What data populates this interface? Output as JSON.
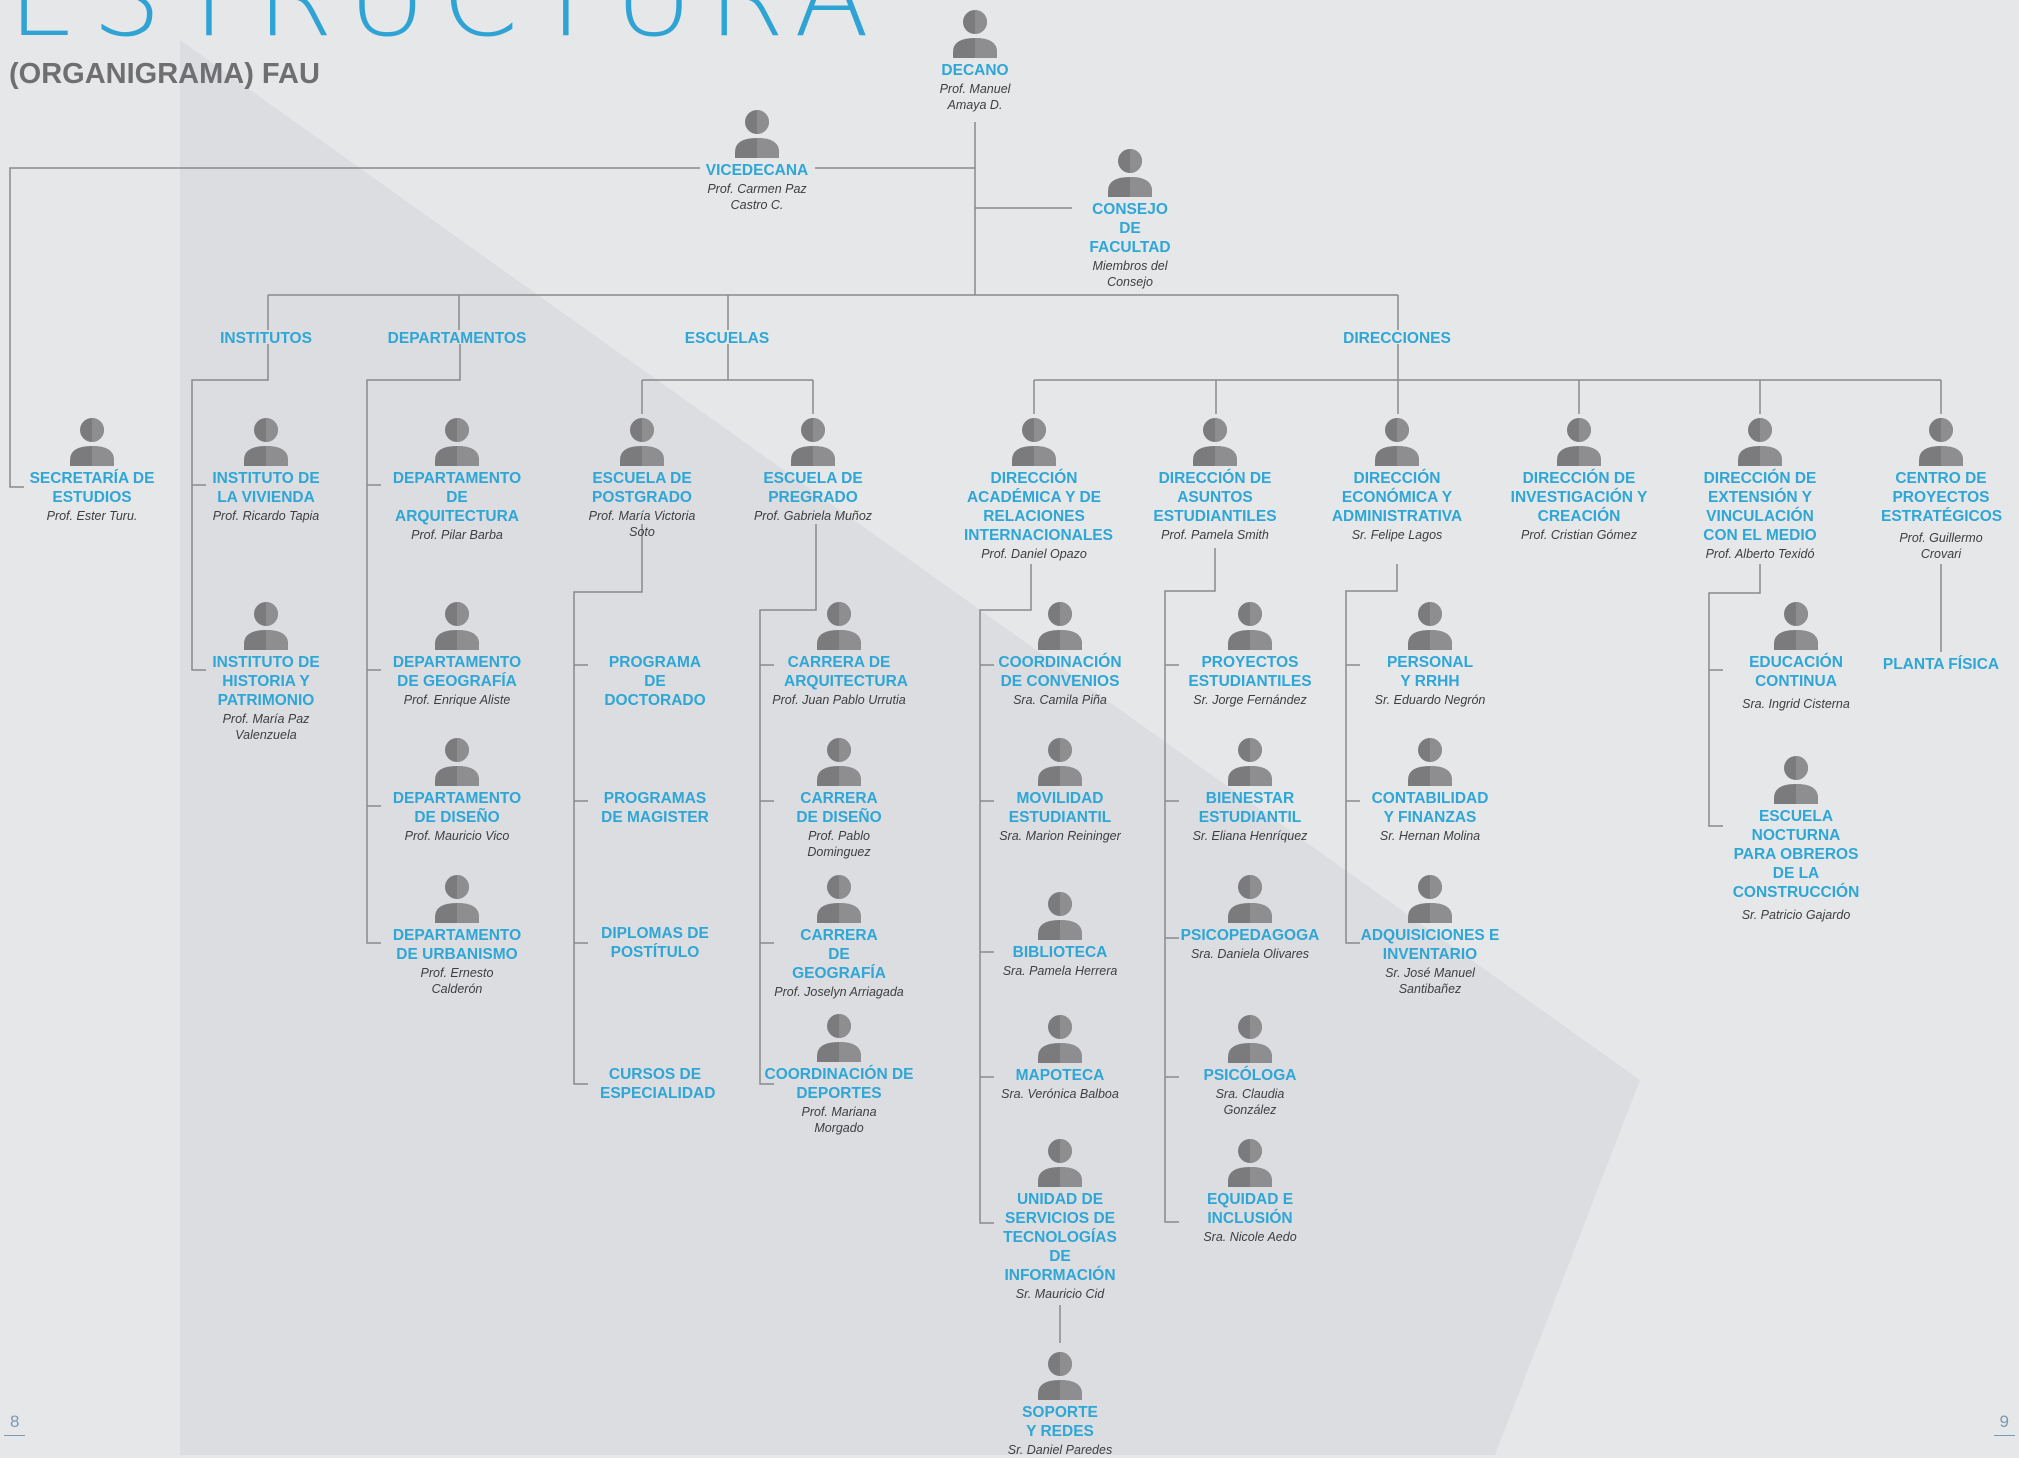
{
  "header": {
    "title": "ESTRUCTURA",
    "subtitle": "(ORGANIGRAMA) FAU"
  },
  "page_numbers": {
    "left": "8",
    "right": "9"
  },
  "groups": {
    "institutos": "INSTITUTOS",
    "departamentos": "DEPARTAMENTOS",
    "escuelas": "ESCUELAS",
    "direcciones": "DIRECCIONES"
  },
  "nodes": {
    "decano": {
      "label": "DECANO",
      "person": "Prof. Manuel Amaya D."
    },
    "vicedecana": {
      "label": "VICEDECANA",
      "person": "Prof. Carmen Paz Castro C."
    },
    "consejo": {
      "label": "CONSEJO DE FACULTAD",
      "person": "Miembros del Consejo"
    },
    "secretaria": {
      "label": "SECRETARÍA DE ESTUDIOS",
      "person": "Prof. Ester Turu."
    },
    "inst_vivienda": {
      "label": "INSTITUTO DE LA VIVIENDA",
      "person": "Prof. Ricardo Tapia"
    },
    "inst_historia": {
      "label": "INSTITUTO DE HISTORIA Y PATRIMONIO",
      "person": "Prof. María Paz Valenzuela"
    },
    "dep_arq": {
      "label": "DEPARTAMENTO DE ARQUITECTURA",
      "person": "Prof. Pilar Barba"
    },
    "dep_geo": {
      "label": "DEPARTAMENTO DE GEOGRAFÍA",
      "person": "Prof. Enrique Aliste"
    },
    "dep_dis": {
      "label": "DEPARTAMENTO DE DISEÑO",
      "person": "Prof. Mauricio Vico"
    },
    "dep_urb": {
      "label": "DEPARTAMENTO DE URBANISMO",
      "person": "Prof. Ernesto Calderón"
    },
    "esc_post": {
      "label": "ESCUELA DE POSTGRADO",
      "person": "Prof. María Victoria Soto"
    },
    "esc_pre": {
      "label": "ESCUELA DE PREGRADO",
      "person": "Prof. Gabriela Muñoz"
    },
    "prog_doc": {
      "label": "PROGRAMA DE DOCTORADO"
    },
    "prog_mag": {
      "label": "PROGRAMAS DE MAGISTER"
    },
    "dipl": {
      "label": "DIPLOMAS DE POSTÍTULO"
    },
    "cursos": {
      "label": "CURSOS DE ESPECIALIDAD"
    },
    "car_arq": {
      "label": "CARRERA DE ARQUITECTURA",
      "person": "Prof. Juan Pablo Urrutia"
    },
    "car_dis": {
      "label": "CARRERA DE DISEÑO",
      "person": "Prof. Pablo Dominguez"
    },
    "car_geo": {
      "label": "CARRERA DE GEOGRAFÍA",
      "person": "Prof. Joselyn Arriagada"
    },
    "coord_dep": {
      "label": "COORDINACIÓN DE DEPORTES",
      "person": "Prof. Mariana Morgado"
    },
    "dir_acad": {
      "label": "DIRECCIÓN ACADÉMICA Y DE RELACIONES INTERNACIONALES",
      "person": "Prof. Daniel Opazo"
    },
    "coord_conv": {
      "label": "COORDINACIÓN DE CONVENIOS",
      "person": "Sra. Camila Piña"
    },
    "movilidad": {
      "label": "MOVILIDAD ESTUDIANTIL",
      "person": "Sra. Marion Reininger"
    },
    "biblioteca": {
      "label": "BIBLIOTECA",
      "person": "Sra. Pamela Herrera"
    },
    "mapoteca": {
      "label": "MAPOTECA",
      "person": "Sra. Verónica Balboa"
    },
    "usti": {
      "label": "UNIDAD DE SERVICIOS DE TECNOLOGÍAS DE INFORMACIÓN",
      "person": "Sr. Mauricio Cid"
    },
    "soporte": {
      "label": "SOPORTE Y REDES",
      "person": "Sr. Daniel Paredes"
    },
    "dir_asuntos": {
      "label": "DIRECCIÓN DE ASUNTOS ESTUDIANTILES",
      "person": "Prof. Pamela Smith"
    },
    "proyectos": {
      "label": "PROYECTOS ESTUDIANTILES",
      "person": "Sr. Jorge Fernández"
    },
    "bienestar": {
      "label": "BIENESTAR ESTUDIANTIL",
      "person": "Sr. Eliana Henríquez"
    },
    "psicoped": {
      "label": "PSICOPEDAGOGA",
      "person": "Sra. Daniela Olivares"
    },
    "psicologa": {
      "label": "PSICÓLOGA",
      "person": "Sra. Claudia González"
    },
    "equidad": {
      "label": "EQUIDAD E INCLUSIÓN",
      "person": "Sra. Nicole Aedo"
    },
    "dir_econ": {
      "label": "DIRECCIÓN ECONÓMICA Y ADMINISTRATIVA",
      "person": "Sr. Felipe Lagos"
    },
    "personal": {
      "label": "PERSONAL Y RRHH",
      "person": "Sr. Eduardo Negrón"
    },
    "contab": {
      "label": "CONTABILIDAD Y FINANZAS",
      "person": "Sr. Hernan Molina"
    },
    "adquis": {
      "label": "ADQUISICIONES E INVENTARIO",
      "person": "Sr. José Manuel Santibañez"
    },
    "dir_inv": {
      "label": "DIRECCIÓN DE INVESTIGACIÓN Y CREACIÓN",
      "person": "Prof. Cristian Gómez"
    },
    "dir_ext": {
      "label": "DIRECCIÓN DE EXTENSIÓN Y VINCULACIÓN CON EL MEDIO",
      "person": "Prof. Alberto Texidó"
    },
    "educ": {
      "label": "EDUCACIÓN CONTINUA",
      "person": "Sra. Ingrid Cisterna"
    },
    "esc_noct": {
      "label": "ESCUELA NOCTURNA PARA OBREROS DE LA CONSTRUCCIÓN",
      "person": "Sr. Patricio Gajardo"
    },
    "centro": {
      "label": "CENTRO DE PROYECTOS ESTRATÉGICOS",
      "person": "Prof. Guillermo Crovari"
    },
    "planta": {
      "label": "PLANTA FÍSICA"
    }
  }
}
